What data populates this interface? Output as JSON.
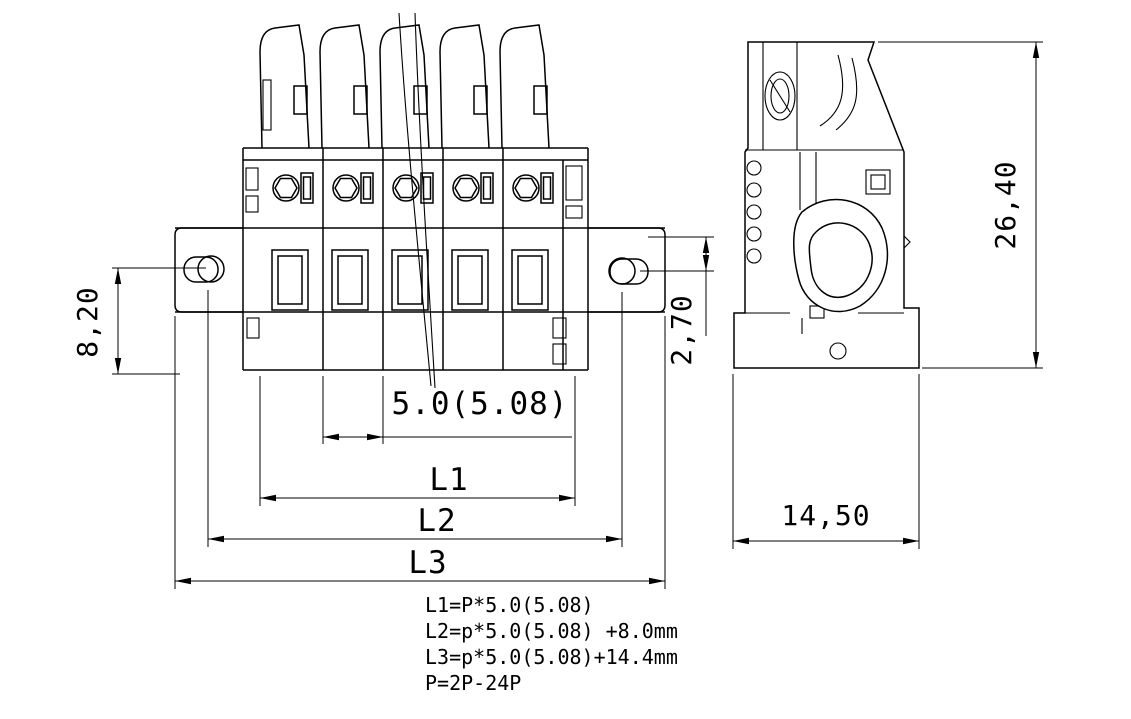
{
  "drawing": {
    "type": "pluggable-terminal-block-technical-drawing",
    "colors": {
      "line": "#000000",
      "background": "#ffffff"
    },
    "dims": {
      "flange_height": "8,20",
      "pitch": "5.0(5.08)",
      "l1": "L1",
      "l2": "L2",
      "l3": "L3",
      "offset": "2,70",
      "total_height": "26,40",
      "depth": "14,50"
    },
    "notes": [
      "L1=P*5.0(5.08)",
      "L2=p*5.0(5.08)  +8.0mm",
      "L3=p*5.0(5.08)+14.4mm",
      "P=2P-24P"
    ]
  }
}
